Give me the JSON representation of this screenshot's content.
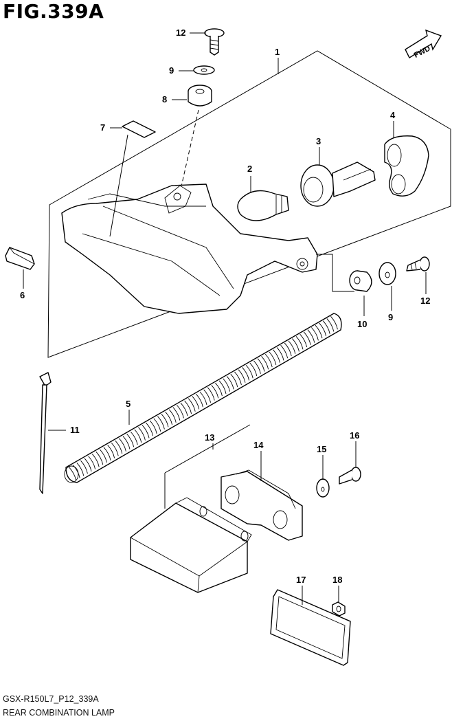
{
  "figure": {
    "title": "FIG.339A",
    "code": "GSX-R150L7_P12_339A",
    "name": "REAR COMBINATION LAMP",
    "direction_badge": "FWD"
  },
  "callouts": [
    {
      "id": "1",
      "label": "1"
    },
    {
      "id": "2",
      "label": "2"
    },
    {
      "id": "3",
      "label": "3"
    },
    {
      "id": "4",
      "label": "4"
    },
    {
      "id": "5",
      "label": "5"
    },
    {
      "id": "6",
      "label": "6"
    },
    {
      "id": "7",
      "label": "7"
    },
    {
      "id": "8",
      "label": "8"
    },
    {
      "id": "9a",
      "label": "9"
    },
    {
      "id": "9b",
      "label": "9"
    },
    {
      "id": "10",
      "label": "10"
    },
    {
      "id": "11",
      "label": "11"
    },
    {
      "id": "12a",
      "label": "12"
    },
    {
      "id": "12b",
      "label": "12"
    },
    {
      "id": "13",
      "label": "13"
    },
    {
      "id": "14",
      "label": "14"
    },
    {
      "id": "15",
      "label": "15"
    },
    {
      "id": "16",
      "label": "16"
    },
    {
      "id": "17",
      "label": "17"
    },
    {
      "id": "18",
      "label": "18"
    }
  ]
}
